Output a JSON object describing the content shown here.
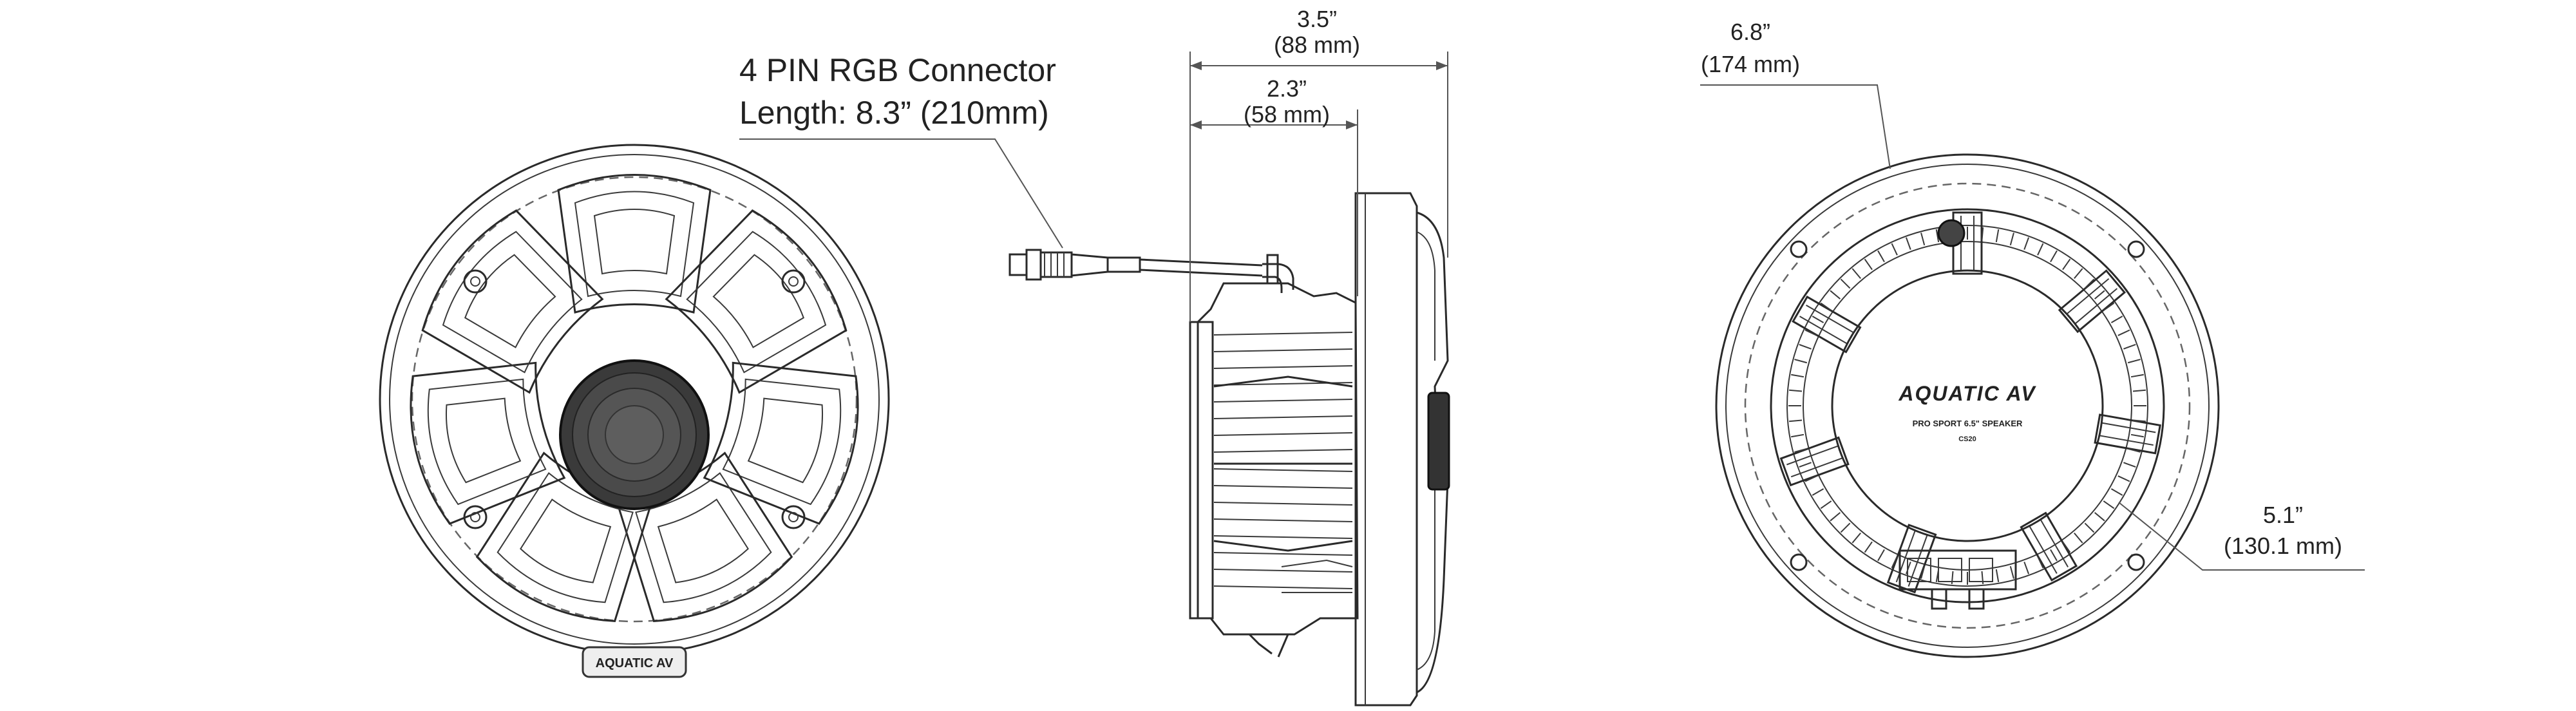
{
  "connector": {
    "title": "4 PIN RGB Connector",
    "length": "Length: 8.3” (210mm)"
  },
  "side_view": {
    "depth_overall": "3.5”",
    "depth_overall_metric": "(88 mm)",
    "depth_mount": "2.3”",
    "depth_mount_metric": "(58 mm)"
  },
  "back_view": {
    "outer_diameter": "6.8”",
    "outer_diameter_metric": "(174 mm)",
    "cutout_diameter": "5.1”",
    "cutout_diameter_metric": "(130.1 mm)",
    "label_brand": "AQUATIC AV",
    "label_model": "PRO SPORT 6.5\" SPEAKER",
    "label_part": "CS20"
  },
  "front_view": {
    "badge": "AQUATIC AV"
  },
  "colors": {
    "line": "#2a2a2a",
    "grille_fill": "#eeeeee",
    "tweeter": "#3a3a3a",
    "background": "#ffffff"
  }
}
